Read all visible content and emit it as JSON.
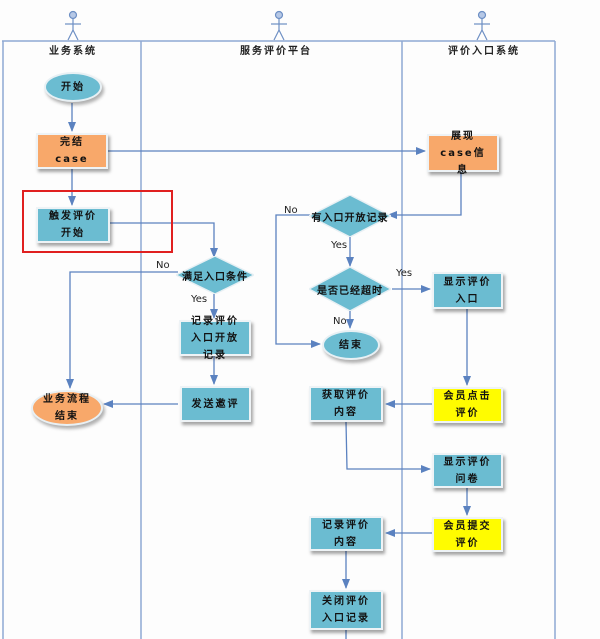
{
  "colors": {
    "lane_border": "#7f9fcf",
    "arrow": "#5b82c0",
    "process_teal": "#6bbcd1",
    "process_orange": "#f8a86a",
    "process_yellow": "#fffc00",
    "highlight": "#e02020"
  },
  "lanes": [
    {
      "id": "business",
      "title": "业务系统",
      "actor_icon": "actor-icon"
    },
    {
      "id": "service",
      "title": "服务评价平台",
      "actor_icon": "actor-icon"
    },
    {
      "id": "entry",
      "title": "评价入口系统",
      "actor_icon": "actor-icon"
    }
  ],
  "nodes": {
    "start": {
      "label": "开始",
      "shape": "ellipse"
    },
    "close_case": {
      "label": "完结case",
      "shape": "process"
    },
    "trigger_eval": {
      "label": "触发评价开始",
      "shape": "process"
    },
    "meet_condition": {
      "label": "满足入口条件",
      "shape": "decision"
    },
    "record_entry": {
      "label": "记录评价入口开放记录",
      "shape": "process"
    },
    "send_invite": {
      "label": "发送邀评",
      "shape": "process"
    },
    "biz_end": {
      "label": "业务流程结束",
      "shape": "ellipse"
    },
    "show_case": {
      "label": "展现case信息",
      "shape": "process"
    },
    "has_entry": {
      "label": "有入口开放记录",
      "shape": "decision"
    },
    "expired": {
      "label": "是否已经超时",
      "shape": "decision"
    },
    "end": {
      "label": "结束",
      "shape": "ellipse"
    },
    "show_entry": {
      "label": "显示评价入口",
      "shape": "process"
    },
    "member_click": {
      "label": "会员点击评价",
      "shape": "process"
    },
    "fetch_content": {
      "label": "获取评价内容",
      "shape": "process"
    },
    "show_survey": {
      "label": "显示评价问卷",
      "shape": "process"
    },
    "member_submit": {
      "label": "会员提交评价",
      "shape": "process"
    },
    "record_content": {
      "label": "记录评价内容",
      "shape": "process"
    },
    "close_entry": {
      "label": "关闭评价入口记录",
      "shape": "process"
    }
  },
  "edge_labels": {
    "meet_no": "No",
    "meet_yes": "Yes",
    "has_no": "No",
    "has_yes": "Yes",
    "expired_yes": "Yes",
    "expired_no": "No"
  }
}
